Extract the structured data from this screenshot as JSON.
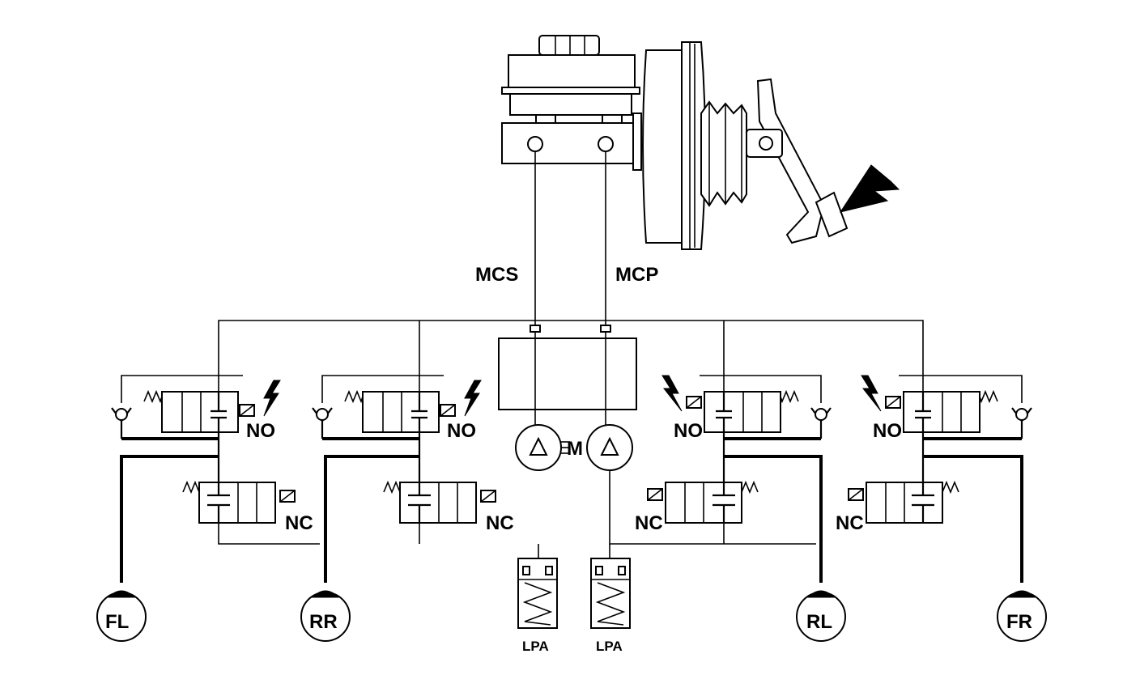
{
  "lines": {
    "secondary": "MCS",
    "primary": "MCP"
  },
  "valves": {
    "inlet": "NO",
    "outlet": "NC"
  },
  "pump_motor": "M",
  "accumulators": [
    "LPA",
    "LPA"
  ],
  "wheels": [
    "FL",
    "RR",
    "RL",
    "FR"
  ],
  "colors": {
    "line": "#000000",
    "background": "#ffffff"
  }
}
